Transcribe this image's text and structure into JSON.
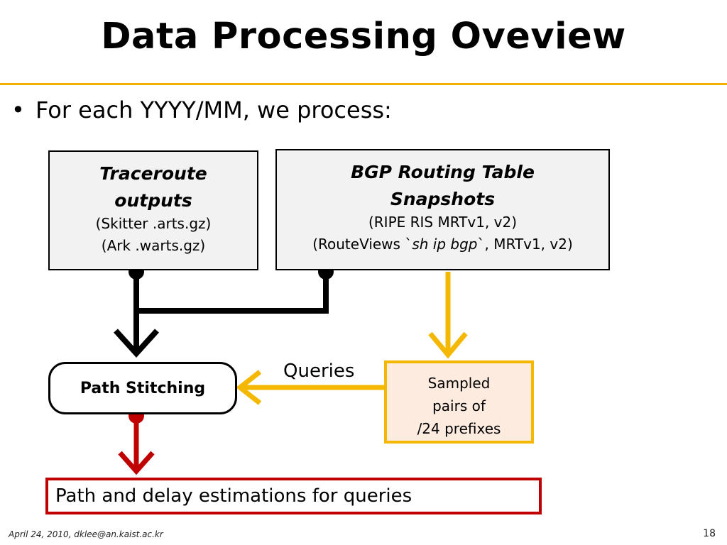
{
  "slide": {
    "title": "Data Processing Oveview",
    "bullet": "For each YYYY/MM, we process:",
    "bullet_marker": "•"
  },
  "diagram": {
    "traceroute": {
      "title_line1": "Traceroute",
      "title_line2": "outputs",
      "line1": "(Skitter .arts.gz)",
      "line2": "(Ark .warts.gz)"
    },
    "bgp": {
      "title_line1": "BGP Routing Table",
      "title_line2": "Snapshots",
      "line1": "(RIPE RIS MRTv1, v2)",
      "line2_prefix": "(RouteViews `",
      "line2_italic": "sh ip bgp",
      "line2_suffix": "`, MRTv1, v2)"
    },
    "path_stitching": "Path Stitching",
    "queries_label": "Queries",
    "sampled": {
      "line1": "Sampled",
      "line2": "pairs of",
      "line3": "/24 prefixes"
    },
    "result": "Path and delay estimations for queries"
  },
  "footer": {
    "left": "April 24, 2010, dklee@an.kaist.ac.kr",
    "page_number": "18"
  },
  "colors": {
    "title_rule": "#f0b400",
    "black_path": "#000000",
    "yellow_path": "#f5b800",
    "red_path": "#c00000",
    "sampled_fill": "#fdebe0"
  }
}
